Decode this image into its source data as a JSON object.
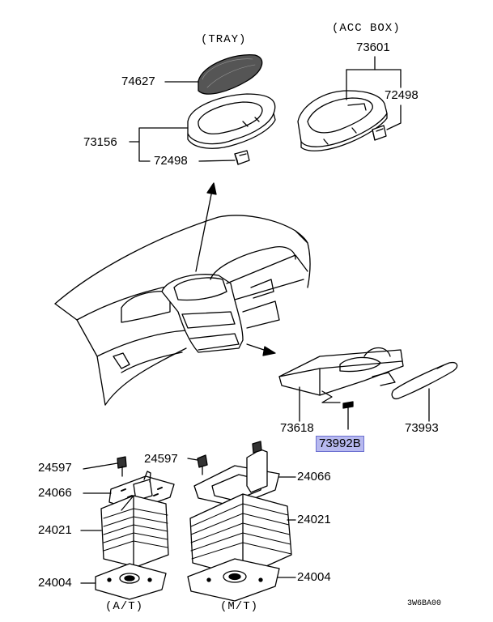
{
  "captions": {
    "tray": "(TRAY)",
    "acc_box": "(ACC BOX)",
    "at": "(A/T)",
    "mt": "(M/T)"
  },
  "parts": {
    "p74627": "74627",
    "p73156": "73156",
    "p72498_tray": "72498",
    "p73601": "73601",
    "p72498_acc": "72498",
    "p73618": "73618",
    "p73992b": "73992B",
    "p73993": "73993",
    "p24597_at": "24597",
    "p24066_at": "24066",
    "p24021_at": "24021",
    "p24004_at": "24004",
    "p24597_mt": "24597",
    "p24066_mt": "24066",
    "p24021_mt": "24021",
    "p24004_mt": "24004"
  },
  "highlight_color": "#b7b9ef",
  "reference_code": "3W6BA00"
}
